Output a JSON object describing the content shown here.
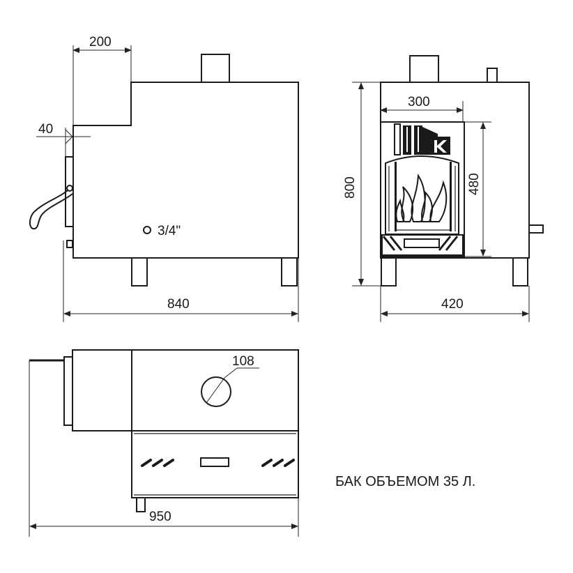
{
  "side_view": {
    "dim_top_step": "200",
    "dim_door_offset": "40",
    "fitting_label": "3/4\"",
    "dim_length": "840"
  },
  "front_view": {
    "dim_door_width": "300",
    "dim_height": "800",
    "dim_door_height": "480",
    "dim_width": "420"
  },
  "top_view": {
    "dim_chimney": "108",
    "dim_total_length": "950"
  },
  "caption": "БАК ОБЪЕМОМ 35 Л."
}
